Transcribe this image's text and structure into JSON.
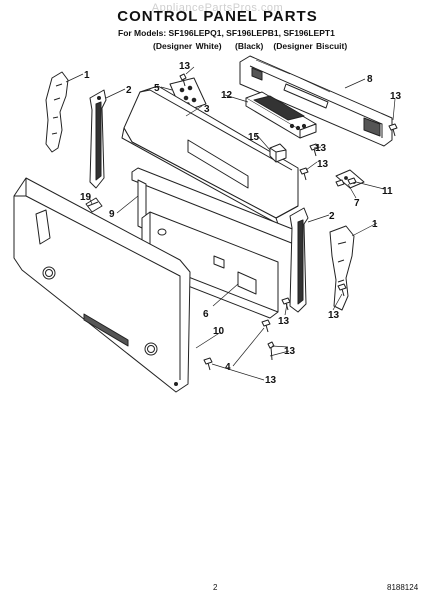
{
  "watermark": "AppliancePartsPros.com",
  "title": "CONTROL PANEL PARTS",
  "models_line": "For Models: SF196LEPQ1, SF196LEPB1, SF196LEPT1",
  "variants": [
    "(Designer White)",
    "(Black)",
    "(Designer Biscuit)"
  ],
  "callouts": [
    "1",
    "2",
    "5",
    "13",
    "12",
    "8",
    "3",
    "13",
    "15",
    "13",
    "13",
    "7",
    "11",
    "19",
    "9",
    "2",
    "1",
    "6",
    "13",
    "10",
    "13",
    "4",
    "13",
    "13"
  ],
  "footer": {
    "page_number": "2",
    "document_number": "8188124"
  }
}
